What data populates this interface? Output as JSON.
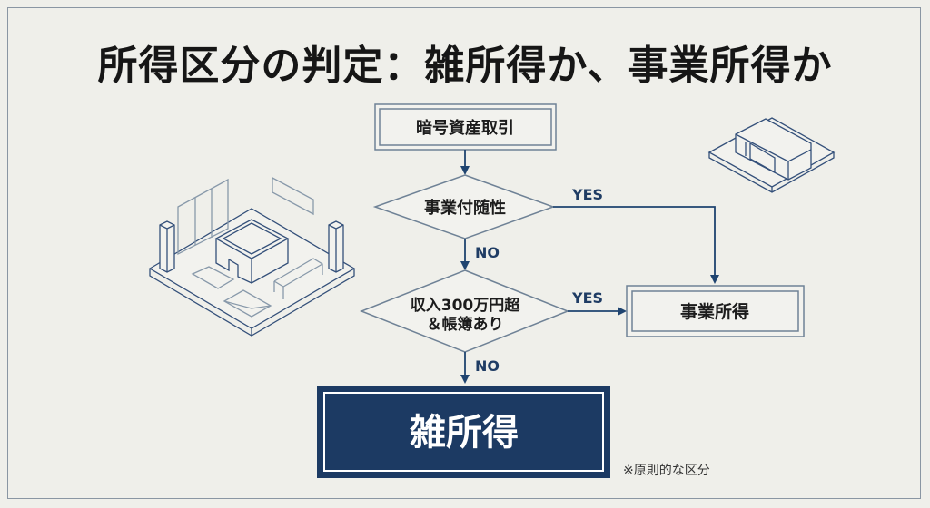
{
  "title": "所得区分の判定：雑所得か、事業所得か",
  "flow": {
    "start": "暗号資産取引",
    "decision1": "事業付随性",
    "decision2_line1": "収入300万円超",
    "decision2_line2": "＆帳簿あり",
    "yes_label": "YES",
    "no_label": "NO",
    "result_business": "事業所得",
    "result_misc": "雑所得"
  },
  "note": "※原則的な区分",
  "colors": {
    "navy": "#1c3a63",
    "line": "#1f4470",
    "background": "#efefea"
  }
}
